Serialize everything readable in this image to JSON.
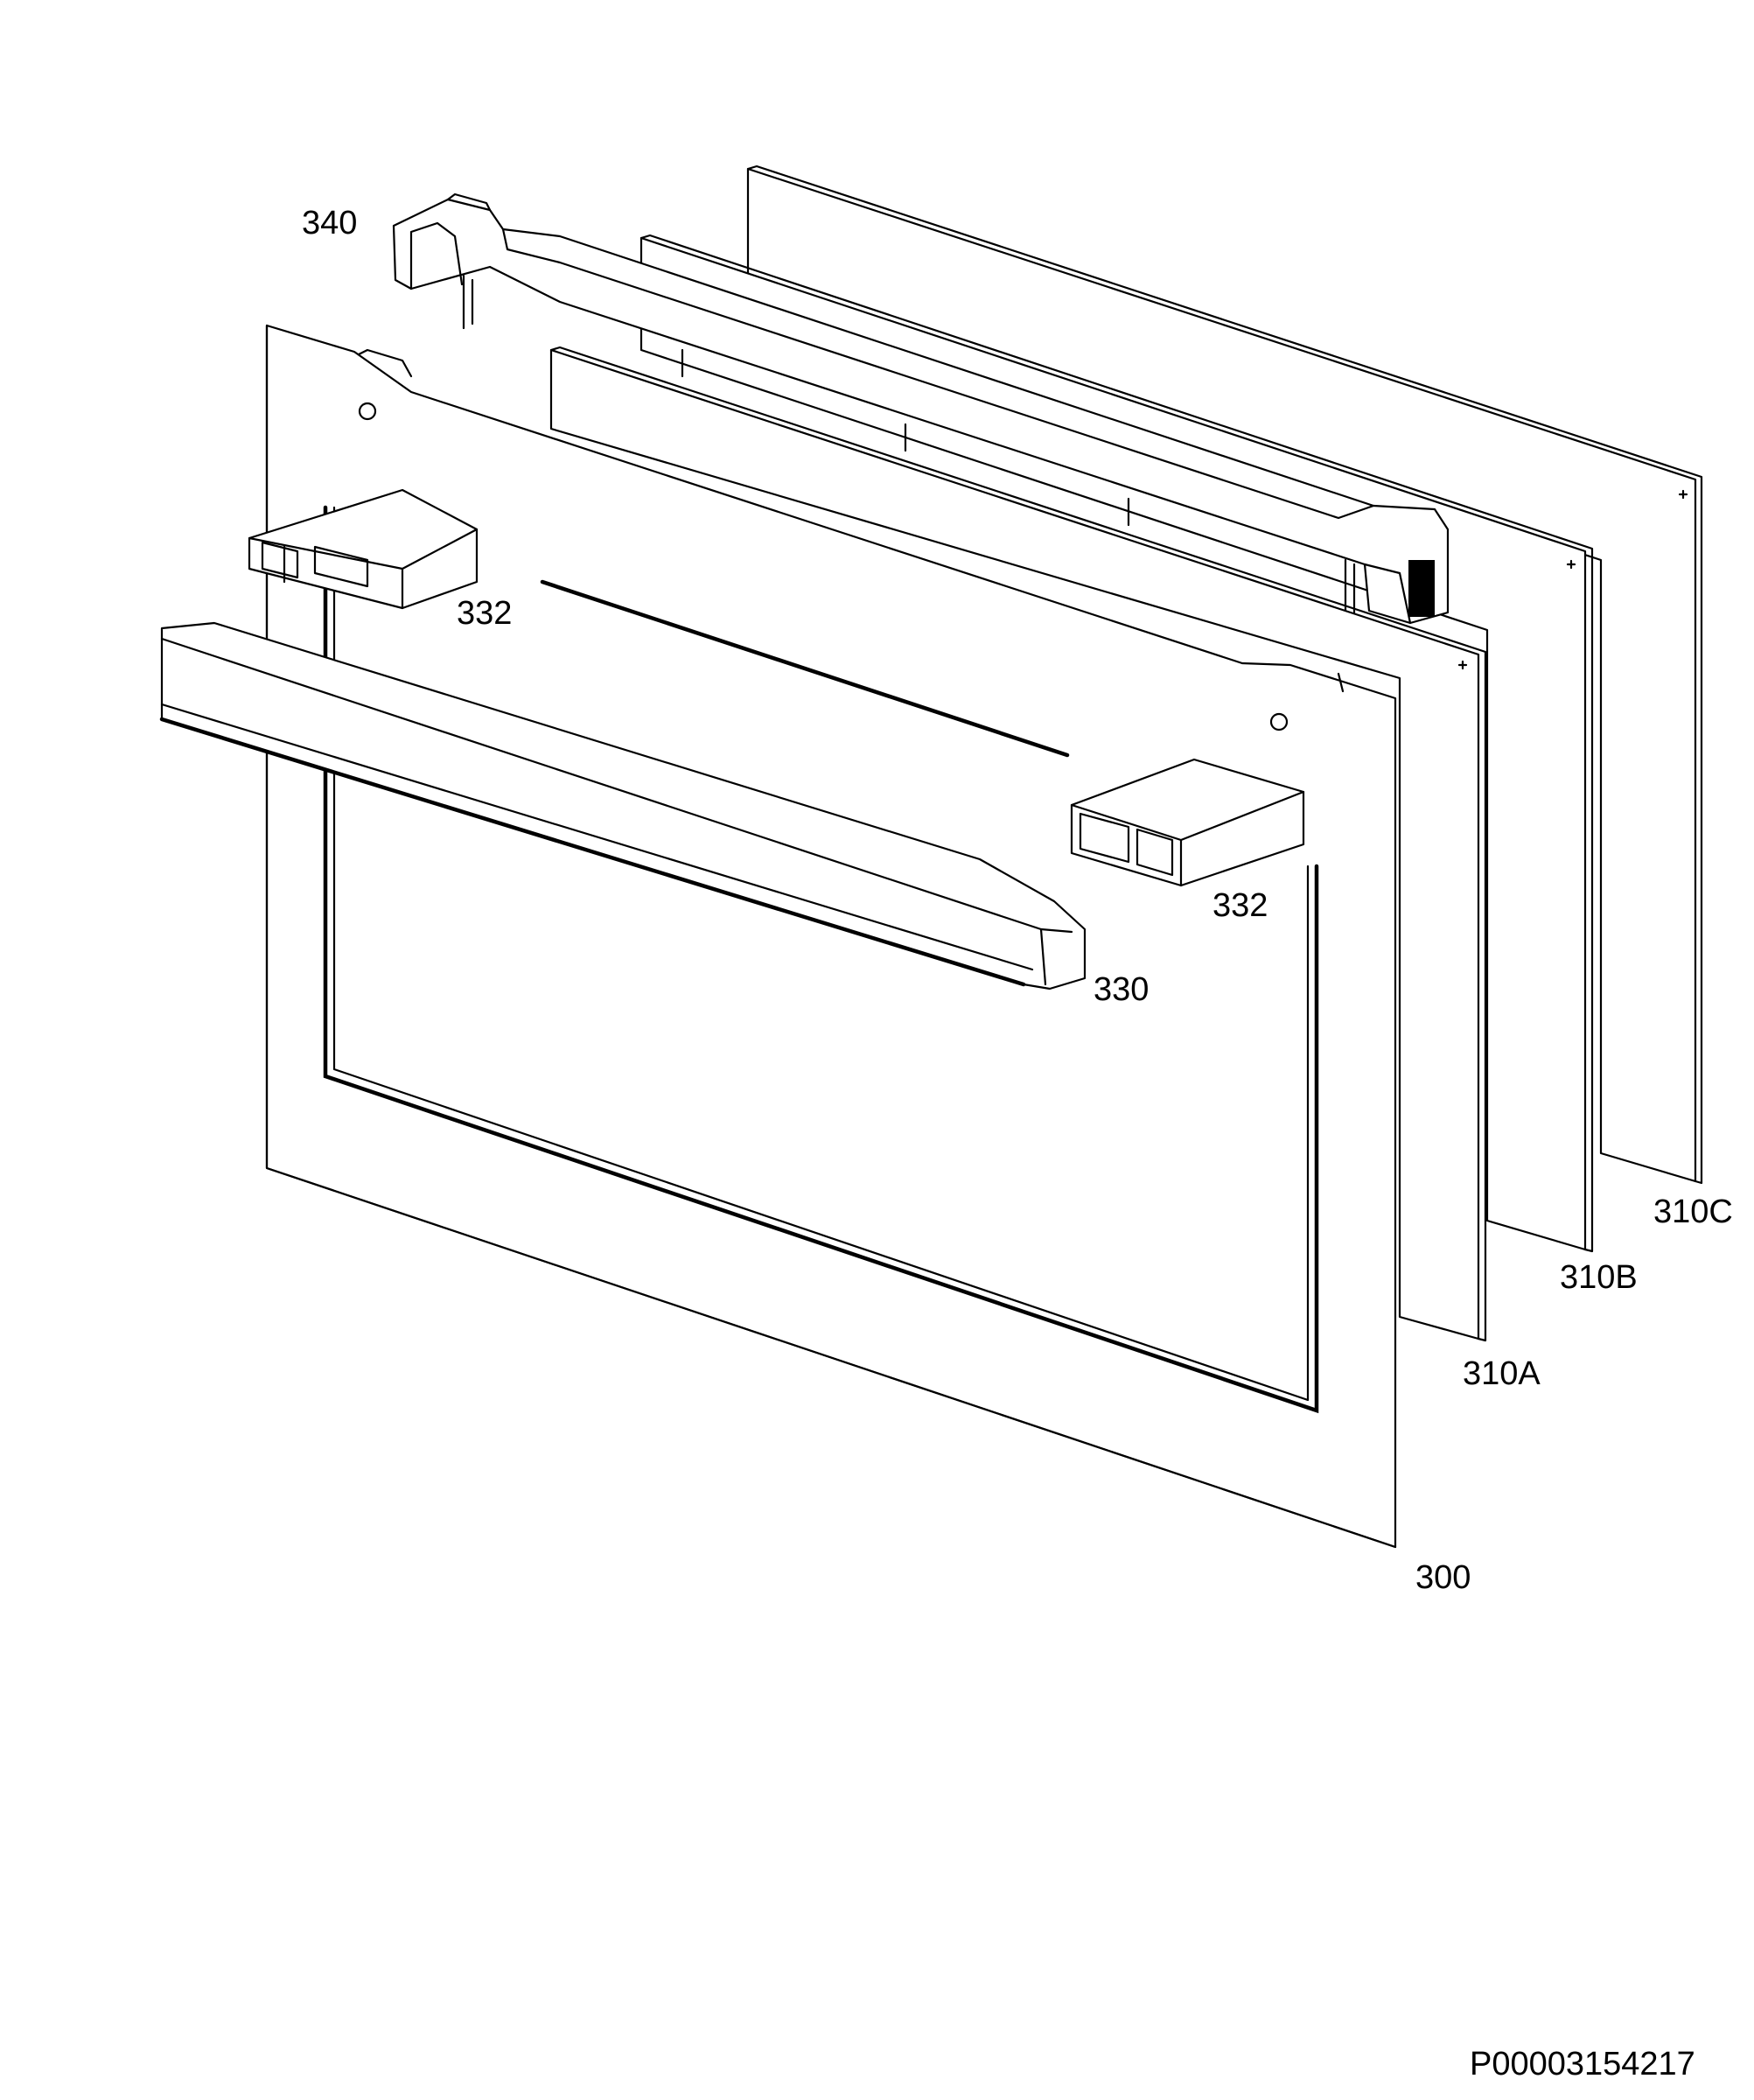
{
  "diagram": {
    "parts": {
      "p340": "340",
      "p332_left": "332",
      "p332_right": "332",
      "p330": "330",
      "p310C": "310C",
      "p310B": "310B",
      "p310A": "310A",
      "p300": "300"
    },
    "drawing_id": "P00003154217"
  },
  "colors": {
    "line": "#000000",
    "background": "#ffffff"
  }
}
